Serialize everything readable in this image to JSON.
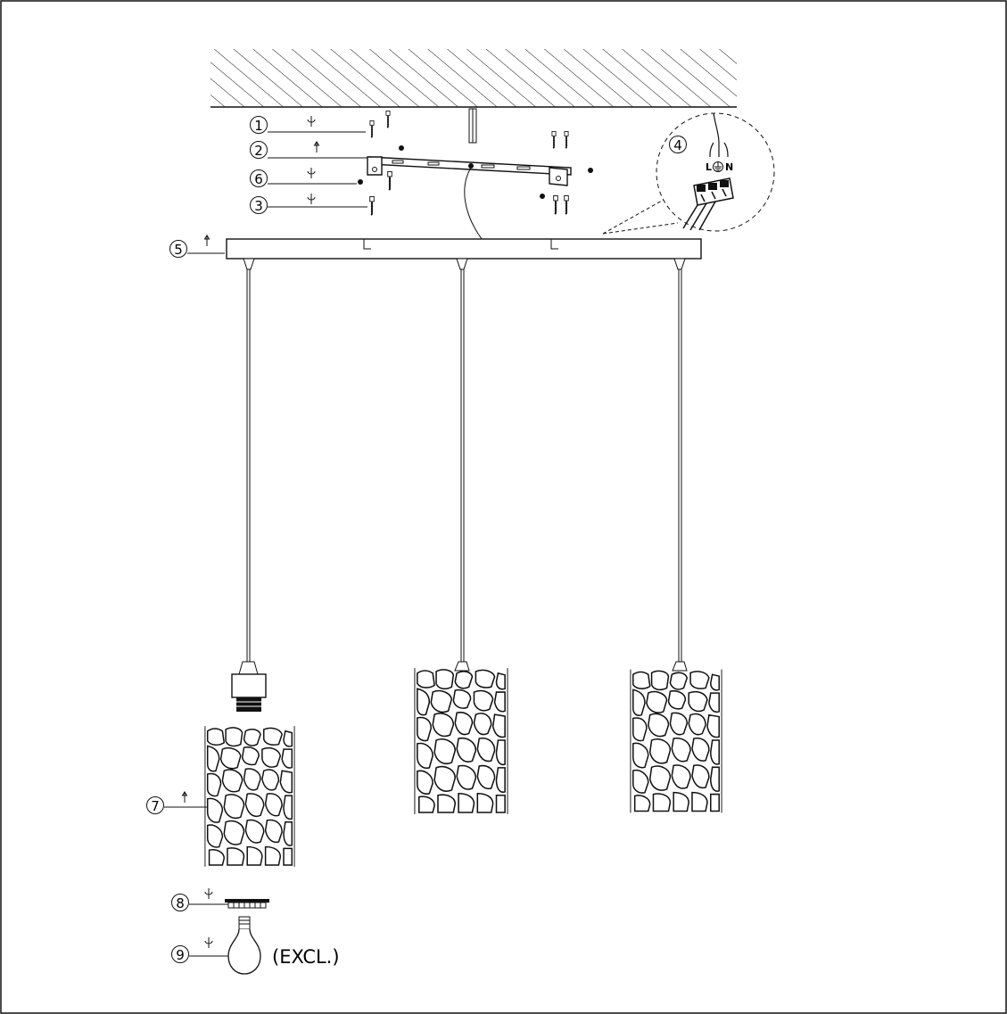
{
  "diagram": {
    "part_numbers": [
      "1",
      "2",
      "3",
      "4",
      "5",
      "6",
      "7",
      "8",
      "9"
    ],
    "wiring": {
      "live": "L",
      "neutral": "N"
    },
    "bulb_note": "(EXCL.)"
  },
  "colors": {
    "stroke": "#111111",
    "background": "#ffffff"
  },
  "icons": [
    "rotate-icon",
    "arrow-up-icon",
    "earth-symbol-icon"
  ]
}
